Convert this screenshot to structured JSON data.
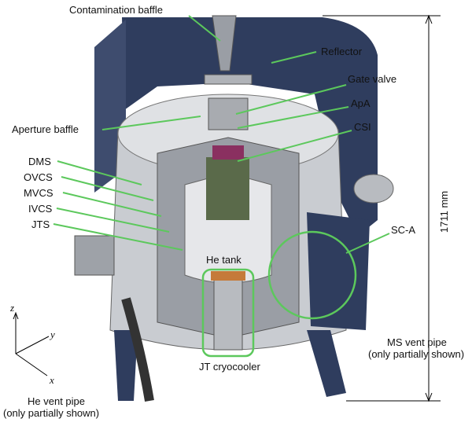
{
  "title": "Cryostat cutaway diagram",
  "colors": {
    "leader": "#5cc85c",
    "reflector": "#2f3d5e",
    "body": "#c9ccd1",
    "dimension": "#000000"
  },
  "labels": {
    "contamination_baffle": "Contamination baffle",
    "reflector": "Reflector",
    "gate_valve": "Gate valve",
    "apa": "ApA",
    "csi": "CSI",
    "aperture_baffle": "Aperture baffle",
    "dms": "DMS",
    "ovcs": "OVCS",
    "mvcs": "MVCS",
    "ivcs": "IVCS",
    "jts": "JTS",
    "he_tank": "He tank",
    "sc_a": "SC-A",
    "jt_cryocooler": "JT cryocooler",
    "ms_vent_pipe": "MS vent pipe",
    "ms_vent_note": "(only partially shown)",
    "he_vent_pipe": "He vent pipe",
    "he_vent_note": "(only partially shown)"
  },
  "dimension": {
    "height_label": "1711 mm"
  },
  "axes": {
    "z": "z",
    "y": "y",
    "x": "x"
  }
}
